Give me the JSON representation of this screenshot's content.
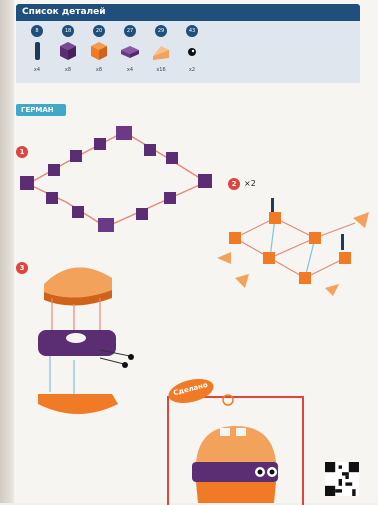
{
  "parts_list": {
    "title": "Список деталей",
    "parts": [
      {
        "number": "8",
        "qty": "x4",
        "icon": "rod-icon",
        "color": "#1f3b5a"
      },
      {
        "number": "18",
        "qty": "x8",
        "icon": "purple-cube-icon",
        "color": "#5b2d73"
      },
      {
        "number": "20",
        "qty": "x8",
        "icon": "orange-cube-icon",
        "color": "#f07a26"
      },
      {
        "number": "27",
        "qty": "x4",
        "icon": "purple-plate-icon",
        "color": "#6b3a86"
      },
      {
        "number": "29",
        "qty": "x16",
        "icon": "orange-wedge-icon",
        "color": "#f2a25a"
      },
      {
        "number": "43",
        "qty": "x2",
        "icon": "eye-icon",
        "color": "#111111"
      }
    ]
  },
  "section": {
    "label": "ГЕРМАН"
  },
  "steps": [
    {
      "number": "1"
    },
    {
      "number": "2",
      "multiplier": "×2"
    },
    {
      "number": "3"
    }
  ],
  "done": {
    "label": "Сделано"
  },
  "colors": {
    "header": "#1f4f7a",
    "section": "#3fa9c9",
    "accent_red": "#e0443f",
    "purple": "#5b2d73",
    "orange": "#f07a26"
  }
}
